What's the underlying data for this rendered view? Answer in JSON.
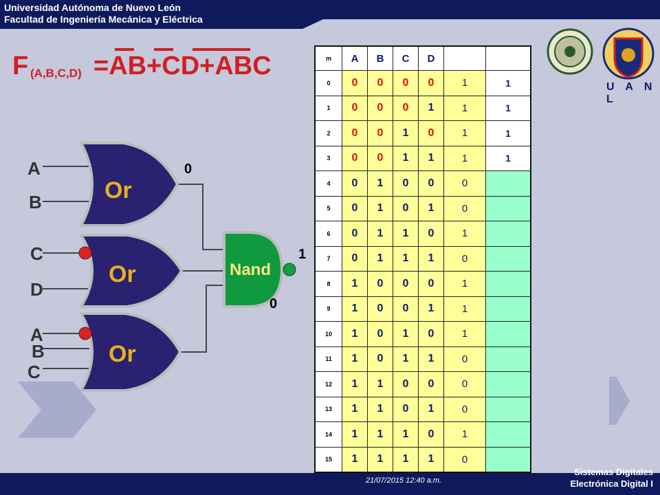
{
  "header": {
    "line1": "Universidad Autónoma de Nuevo León",
    "line2": "Facultad de Ingeniería Mecánica y Eléctrica"
  },
  "footer": {
    "datestamp": "21/07/2015 12:40 a.m.",
    "course_line1": "Sistemas Digitales",
    "course_line2": "Electrónica Digital I"
  },
  "logo": {
    "text": "U A N L"
  },
  "formula": {
    "prefix": "F",
    "args": "(A,B,C,D)",
    "expression": "=AB+CD+ABC"
  },
  "circuit": {
    "inputs": {
      "g1_a": "A",
      "g1_b": "B",
      "g2_c": "C",
      "g2_d": "D",
      "g3_a": "A",
      "g3_b": "B",
      "g3_c": "C"
    },
    "gates": {
      "or1": "Or",
      "or2": "Or",
      "or3": "Or",
      "nand": "Nand"
    },
    "values": {
      "or1_out": "0",
      "nand_out": "1",
      "or3_out": "0"
    }
  },
  "truth_table": {
    "headers": {
      "m": "m",
      "a": "A",
      "b": "B",
      "c": "C",
      "d": "D",
      "f": "",
      "g": ""
    },
    "rows": [
      {
        "m": "0",
        "a": "0",
        "b": "0",
        "c": "0",
        "d": "0",
        "f": "1",
        "g": "1"
      },
      {
        "m": "1",
        "a": "0",
        "b": "0",
        "c": "0",
        "d": "1",
        "f": "1",
        "g": "1"
      },
      {
        "m": "2",
        "a": "0",
        "b": "0",
        "c": "1",
        "d": "0",
        "f": "1",
        "g": "1"
      },
      {
        "m": "3",
        "a": "0",
        "b": "0",
        "c": "1",
        "d": "1",
        "f": "1",
        "g": "1"
      },
      {
        "m": "4",
        "a": "0",
        "b": "1",
        "c": "0",
        "d": "0",
        "f": "0",
        "g": ""
      },
      {
        "m": "5",
        "a": "0",
        "b": "1",
        "c": "0",
        "d": "1",
        "f": "0",
        "g": ""
      },
      {
        "m": "6",
        "a": "0",
        "b": "1",
        "c": "1",
        "d": "0",
        "f": "1",
        "g": ""
      },
      {
        "m": "7",
        "a": "0",
        "b": "1",
        "c": "1",
        "d": "1",
        "f": "0",
        "g": ""
      },
      {
        "m": "8",
        "a": "1",
        "b": "0",
        "c": "0",
        "d": "0",
        "f": "1",
        "g": ""
      },
      {
        "m": "9",
        "a": "1",
        "b": "0",
        "c": "0",
        "d": "1",
        "f": "1",
        "g": ""
      },
      {
        "m": "10",
        "a": "1",
        "b": "0",
        "c": "1",
        "d": "0",
        "f": "1",
        "g": ""
      },
      {
        "m": "11",
        "a": "1",
        "b": "0",
        "c": "1",
        "d": "1",
        "f": "0",
        "g": ""
      },
      {
        "m": "12",
        "a": "1",
        "b": "1",
        "c": "0",
        "d": "0",
        "f": "0",
        "g": ""
      },
      {
        "m": "13",
        "a": "1",
        "b": "1",
        "c": "0",
        "d": "1",
        "f": "0",
        "g": ""
      },
      {
        "m": "14",
        "a": "1",
        "b": "1",
        "c": "1",
        "d": "0",
        "f": "1",
        "g": ""
      },
      {
        "m": "15",
        "a": "1",
        "b": "1",
        "c": "1",
        "d": "1",
        "f": "0",
        "g": ""
      }
    ]
  },
  "colors": {
    "header_bar": "#0f1a5c",
    "gate_fill": "#2a2170",
    "nand_fill": "#0f9a40",
    "cell_yellow": "#ffff99",
    "cell_green": "#99ffcc",
    "red_bit": "#e01010"
  }
}
